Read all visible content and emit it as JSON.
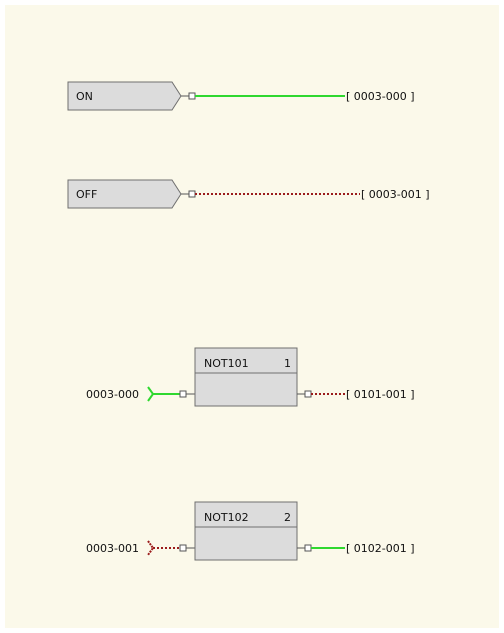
{
  "colors": {
    "canvas": "#fbf9ea",
    "signal_on": "#2fd82f",
    "signal_off": "#9b1c1c",
    "block_fill": "#dcdcdc",
    "block_border": "#6f6f6f",
    "terminal": "#555555"
  },
  "sources": [
    {
      "label": "ON",
      "tag": "[ 0003-000 ]",
      "state": "on"
    },
    {
      "label": "OFF",
      "tag": "[ 0003-001 ]",
      "state": "off"
    }
  ],
  "not_blocks": [
    {
      "name": "NOT101",
      "number": "1",
      "input_tag": "0003-000",
      "input_state": "on",
      "output_tag": "[ 0101-001 ]",
      "output_state": "off"
    },
    {
      "name": "NOT102",
      "number": "2",
      "input_tag": "0003-001",
      "input_state": "off",
      "output_tag": "[ 0102-001 ]",
      "output_state": "on"
    }
  ]
}
